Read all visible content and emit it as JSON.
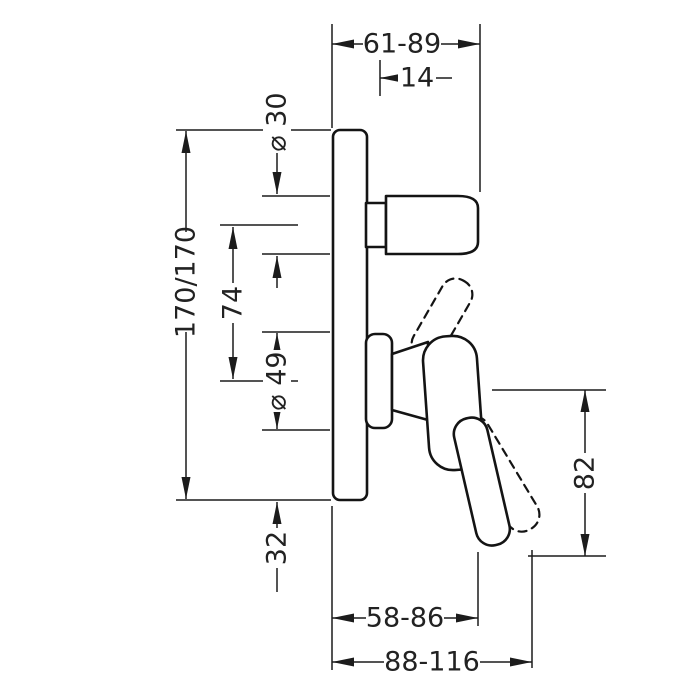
{
  "dimensions": {
    "top_width": "61-89",
    "handle_depth": "14",
    "knob_diameter": "⌀ 30",
    "plate_size": "170/170",
    "center_distance": "74",
    "rosette_diameter": "⌀ 49",
    "bottom_offset": "32",
    "lever_drop": "82",
    "bottom_width_inner": "58-86",
    "bottom_width_outer": "88-116"
  },
  "colors": {
    "line": "#1c1c1c",
    "background": "#ffffff"
  }
}
